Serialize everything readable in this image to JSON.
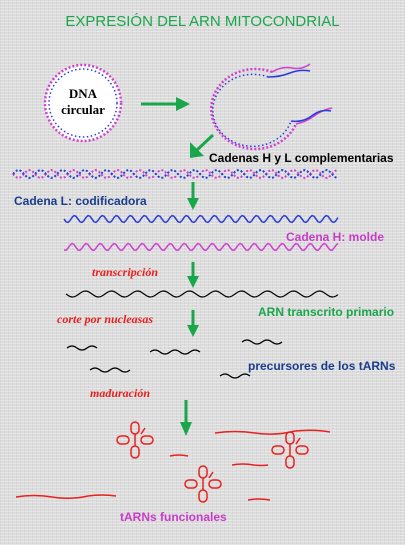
{
  "title": "EXPRESIÓN DEL ARN MITOCONDRIAL",
  "dna_label_line1": "DNA",
  "dna_label_line2": "circular",
  "strands_label": "Cadenas H y L complementarias",
  "l_strand_label": "Cadena L: codificadora",
  "h_strand_label": "Cadena H: molde",
  "transcription_label": "transcripción",
  "primary_transcript_label": "ARN transcrito primario",
  "cleavage_label": "corte por nucleasas",
  "precursors_label": "precursores de los tARNs",
  "maturation_label": "maduración",
  "functional_label": "tARNs funcionales",
  "colors": {
    "title": "#1aa64a",
    "l_strand": "#2a3cd8",
    "h_strand": "#d040d0",
    "arrow": "#1aa64a",
    "process": "#e8201e",
    "rna": "#000000",
    "trna": "#e8201e"
  }
}
